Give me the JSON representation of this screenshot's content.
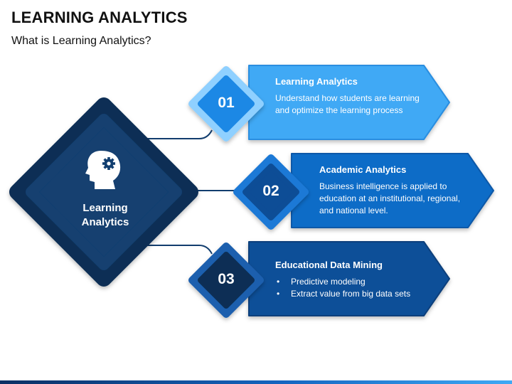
{
  "header": {
    "title": "LEARNING ANALYTICS",
    "subtitle": "What is Learning Analytics?"
  },
  "center": {
    "icon": "head-gear-icon",
    "label_line1": "Learning",
    "label_line2": "Analytics"
  },
  "items": [
    {
      "number": "01",
      "title": "Learning Analytics",
      "text": "Understand how students are learning and optimize the learning process",
      "color": "#3fa9f5"
    },
    {
      "number": "02",
      "title": "Academic Analytics",
      "text": "Business intelligence is applied to education at an institutional, regional, and national level.",
      "color": "#0f6cc7"
    },
    {
      "number": "03",
      "title": "Educational Data Mining",
      "bullets": [
        "Predictive modeling",
        "Extract value from big data sets"
      ],
      "color": "#0a4f98"
    }
  ],
  "colors": {
    "dark_navy": "#0b2f55",
    "center_fill": "#103c6b",
    "connector": "#123d6e"
  }
}
